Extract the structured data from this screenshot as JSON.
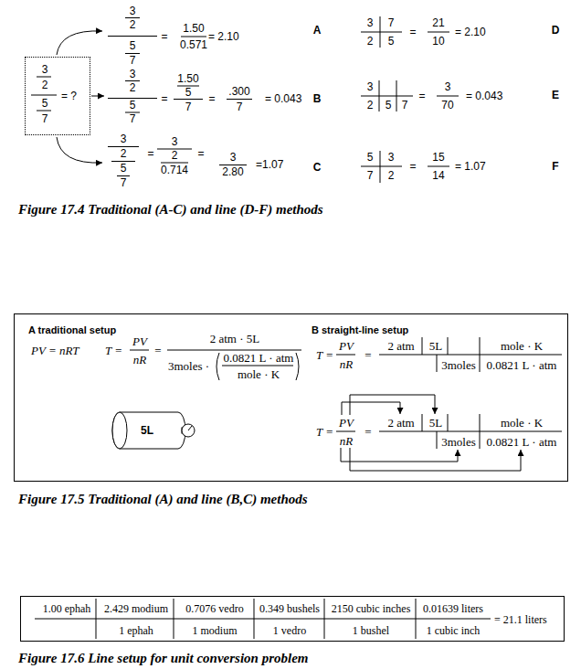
{
  "diagram": {
    "nodes": [
      {
        "text": [
          "3",
          "2",
          "5",
          "7",
          "= ?"
        ]
      },
      {
        "text": [
          "A traditional setup",
          "PV = nRT",
          "T =",
          "PV",
          "nR",
          "=",
          "2 atm · 5L",
          "3moles ·",
          "0.0821 L · atm",
          "mole · K",
          "B straight-line setup",
          "T =",
          "PV",
          "nR",
          "=",
          "2 atm",
          "5L",
          "mole · K",
          "3moles",
          "0.0821 L · atm",
          "T =",
          "PV",
          "nR",
          "=",
          "2 atm",
          "5L",
          "mole · K",
          "3moles",
          "0.0821 L · atm"
        ]
      },
      {
        "text": [
          "5L"
        ],
        "in": 1
      },
      {
        "text": [
          "1.00 ephah",
          "2.429 modium",
          "0.7076 vedro",
          "0.349 bushels",
          "2150 cubic inches",
          "0.01639 liters",
          "1 ephah",
          "1 modium",
          "1 vedro",
          "1 bushel",
          "1 cubic inch",
          "= 21.1 liters"
        ]
      }
    ],
    "labels": [
      "3",
      "2",
      "5",
      "7",
      "=",
      "1.50",
      "0.571",
      "= 2.10",
      "A",
      "3",
      "2",
      "5",
      "7",
      "=",
      "1.50",
      "5",
      "7",
      "=",
      ".300",
      "7",
      "= 0.043",
      "B",
      "3",
      "2",
      "5",
      "7",
      "=",
      "3",
      "2",
      "0.714",
      "=",
      "3",
      "2.80",
      "=1.07",
      "C",
      "3",
      "7",
      "2",
      "5",
      "=",
      "21",
      "10",
      "= 2.10",
      "D",
      "3",
      "2",
      "5",
      "7",
      "=",
      "3",
      "70",
      "= 0.043",
      "E",
      "5",
      "3",
      "7",
      "2",
      "=",
      "15",
      "14",
      "= 1.07",
      "F",
      "Figure 17.4 Traditional (A-C) and line (D-F) methods",
      "Figure 17.5 Traditional (A) and line (B,C) methods",
      "Figure 17.6 Line setup for unit conversion problem"
    ]
  }
}
